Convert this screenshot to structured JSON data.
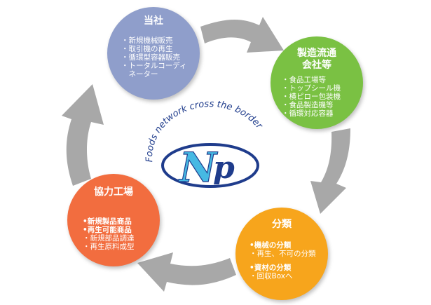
{
  "nodes": {
    "top": {
      "title": "当社",
      "items": [
        "・新規機械販売",
        "・取引機の再生",
        "・循環型容器販売",
        "・トータルコーディ",
        "　ネーター"
      ]
    },
    "right": {
      "title_line1": "製造流通",
      "title_line2": "会社等",
      "items": [
        "・食品工場等",
        "・トップシール機",
        "・横ピロー包装機",
        "・食品製造機等",
        "・循環対応容器"
      ]
    },
    "bottom": {
      "title": "分類",
      "sec1_head": "•機械の分類",
      "sec1_item": "・再生、不可の分類",
      "sec2_head": "•資材の分類",
      "sec2_item": "・回収Boxへ"
    },
    "left": {
      "title": "協力工場",
      "items": [
        "•新規製品商品",
        "•再生可能商品",
        "・新規部品調達",
        "・再生原料成型"
      ]
    }
  },
  "logo": {
    "arc_text": "Foods network cross the border",
    "mark_n": "N",
    "mark_p": "p"
  },
  "colors": {
    "top_node": "#8f9ecb",
    "right_node": "#7ac143",
    "bottom_node": "#f7a51c",
    "left_node": "#f26d3f",
    "cycle_arrows": "#a6a6a6",
    "logo_blue": "#1f3c8c",
    "logo_cyan": "#46b9e3"
  }
}
